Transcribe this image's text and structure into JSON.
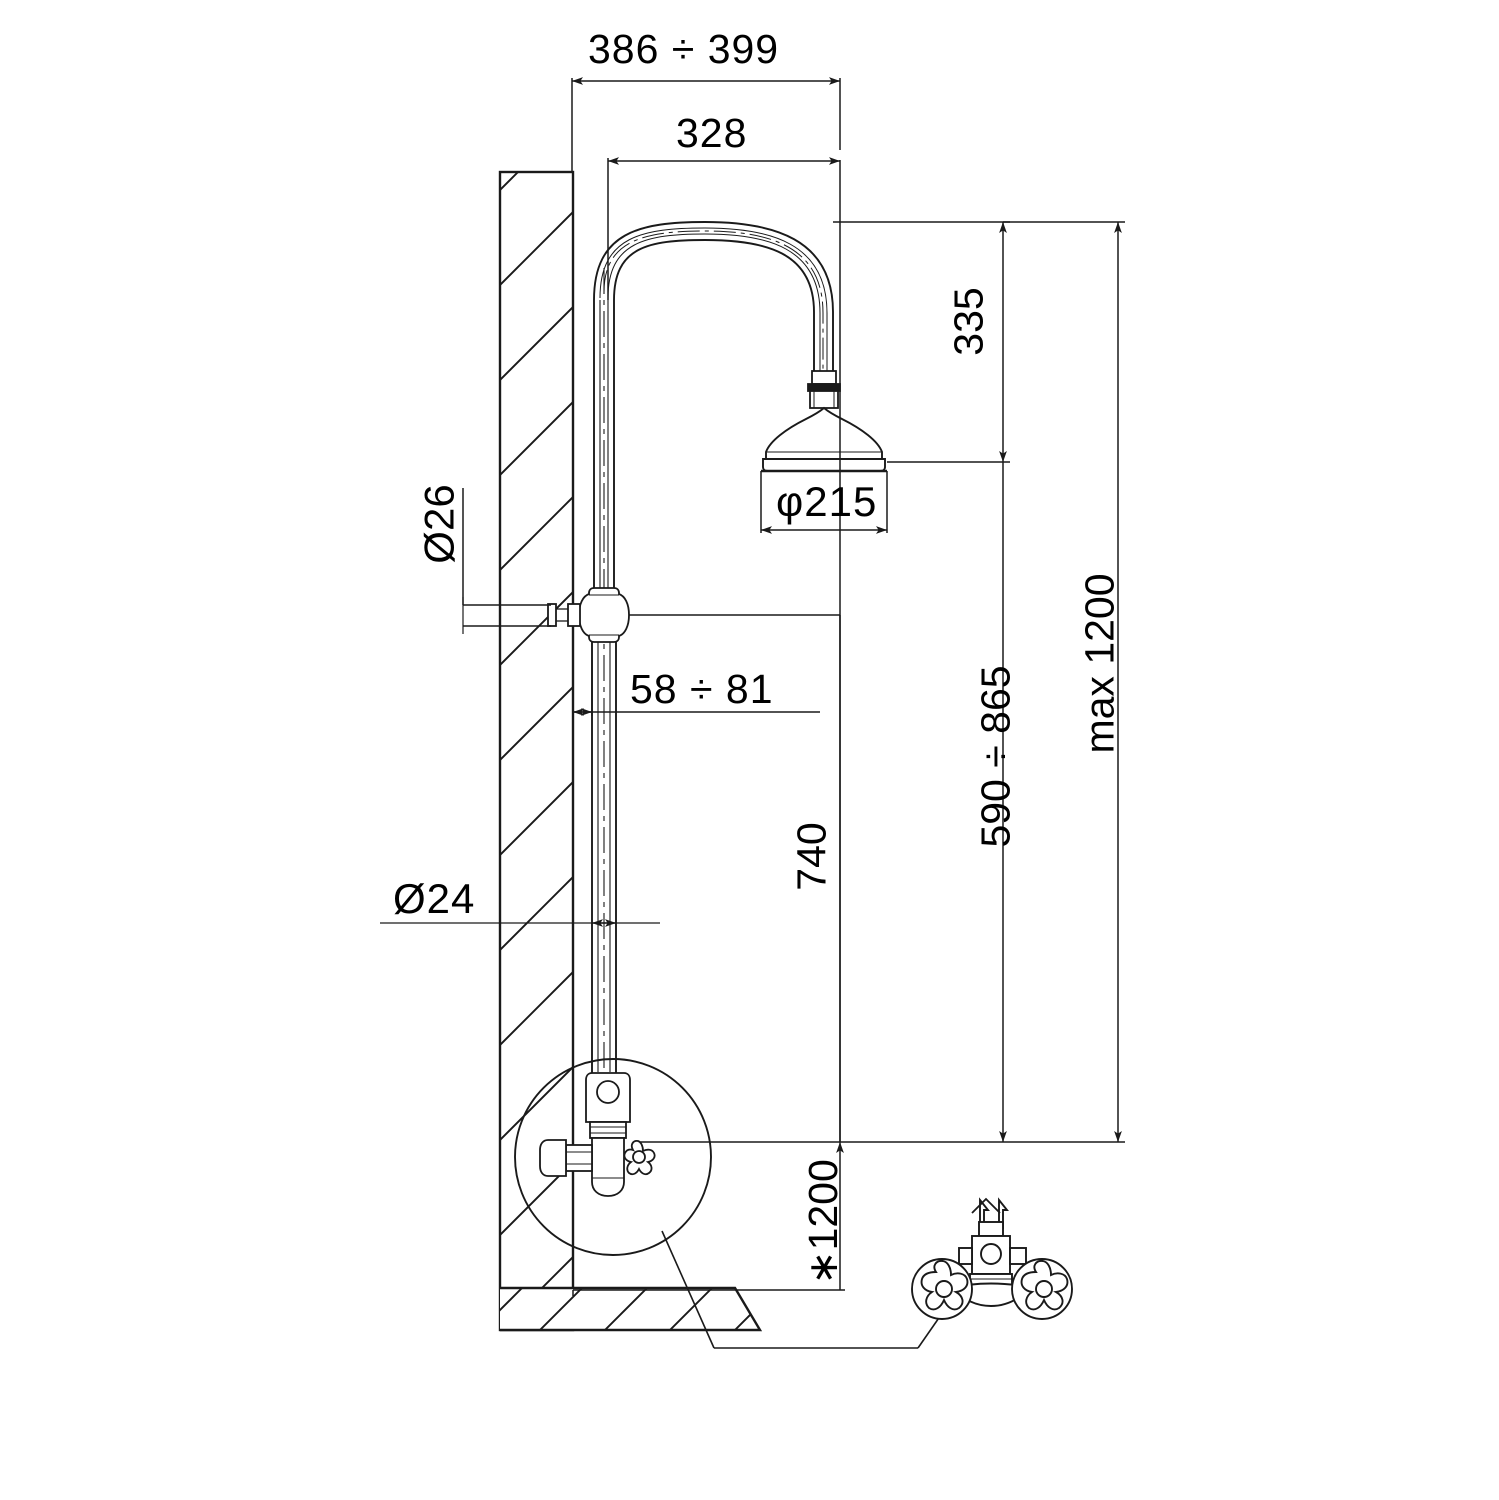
{
  "drawing": {
    "title": "Exposed shower column technical drawing",
    "units": "mm",
    "line_color": "#1a1a1a",
    "text_color": "#000000",
    "background": "#ffffff"
  },
  "dimensions": {
    "overall_projection": "386 ÷ 399",
    "arm_projection": "328",
    "head_height": "335",
    "head_diameter": "φ215",
    "inlet_diameter": "Ø26",
    "riser_diameter": "Ø24",
    "wall_offset": "58 ÷ 81",
    "riser_length": "740",
    "mixer_range": "590 ÷ 865",
    "max_height": "max 1200",
    "floor_height": "∗1200"
  },
  "components": {
    "wall": "hatched-wall-section",
    "floor": "hatched-floor-section",
    "gooseneck": "curved-shower-arm",
    "shower_head": "round-rain-shower-head",
    "riser_pipe": "vertical-riser-pipe",
    "wall_union": "wall-inlet-union-fitting",
    "detail_circle": "valve-detail-callout",
    "mixer_valve": "cross-handle-mixer-valve",
    "mixer_front_view": "front-view-mixer-tap-two-handles"
  }
}
